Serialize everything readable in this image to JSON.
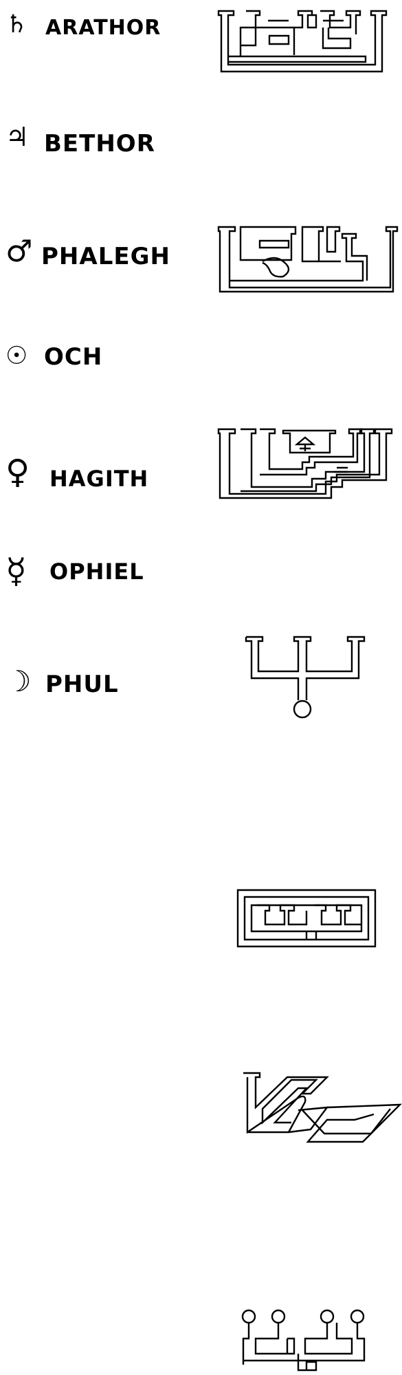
{
  "spirits": [
    {
      "glyph": "♄",
      "glyph_name": "saturn-symbol",
      "name": "ARATHOR"
    },
    {
      "glyph": "♃",
      "glyph_name": "jupiter-symbol",
      "name": "BETHOR"
    },
    {
      "glyph": "♂",
      "glyph_name": "mars-symbol",
      "name": "PHALEGH"
    },
    {
      "glyph": "☉",
      "glyph_name": "sun-symbol",
      "name": "OCH"
    },
    {
      "glyph": "♀",
      "glyph_name": "venus-symbol",
      "name": "HAGITH"
    },
    {
      "glyph": "☿",
      "glyph_name": "mercury-symbol",
      "name": "OPHIEL"
    },
    {
      "glyph": "☽",
      "glyph_name": "moon-symbol",
      "name": "PHUL"
    }
  ]
}
